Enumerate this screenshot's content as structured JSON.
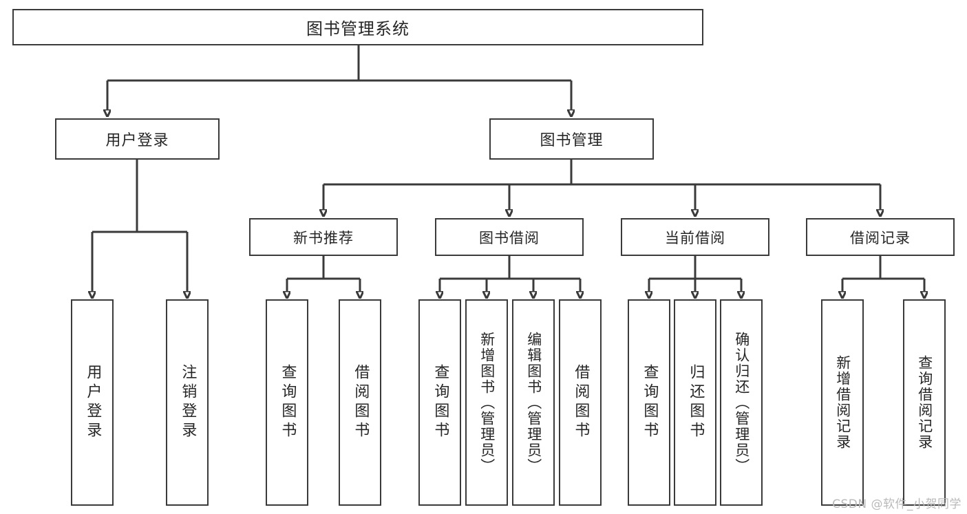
{
  "diagram": {
    "title": "图书管理系统",
    "type": "tree",
    "watermark": "CSDN @软件_小贺同学",
    "colors": {
      "stroke": "#3a3a3a",
      "box_fill": "#ffffff",
      "text": "#262626",
      "watermark": "#b9b9b9",
      "background": "#ffffff"
    },
    "nodes": {
      "root": {
        "label": "图书管理系统"
      },
      "level1": [
        {
          "label": "用户登录"
        },
        {
          "label": "图书管理"
        }
      ],
      "level2": [
        {
          "label": "新书推荐"
        },
        {
          "label": "图书借阅"
        },
        {
          "label": "当前借阅"
        },
        {
          "label": "借阅记录"
        }
      ],
      "leaves": {
        "user_login": [
          {
            "label": "用户登录"
          },
          {
            "label": "注销登录"
          }
        ],
        "new_book": [
          {
            "label": "查询图书"
          },
          {
            "label": "借阅图书"
          }
        ],
        "book_borrow": [
          {
            "label": "查询图书"
          },
          {
            "label": "新增图书（管理员）"
          },
          {
            "label": "编辑图书（管理员）"
          },
          {
            "label": "借阅图书"
          }
        ],
        "current_borrow": [
          {
            "label": "查询图书"
          },
          {
            "label": "归还图书"
          },
          {
            "label": "确认归还（管理员）"
          }
        ],
        "borrow_record": [
          {
            "label": "新增借阅记录"
          },
          {
            "label": "查询借阅记录"
          }
        ]
      }
    }
  }
}
